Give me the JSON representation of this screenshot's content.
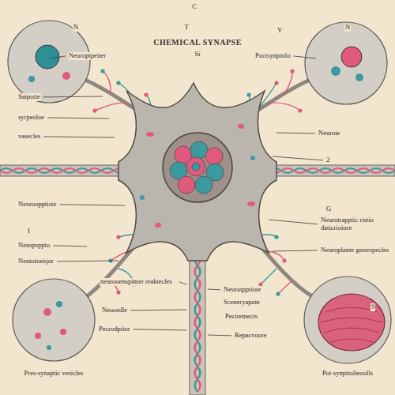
{
  "diagram": {
    "title": "CHEMICAL SYNAPSE",
    "labels": [
      "C",
      "N",
      "T",
      "N",
      "Y",
      "Si",
      "Neuroptpeiter",
      "Poctsynptolo",
      "Saipotte",
      "syrpeoloe",
      "vasecles",
      "Neuroie",
      "2",
      "Neuroopptiste",
      "I",
      "Neuspsppto",
      "Neutotraisjor",
      "G",
      "Neurotrapptic ristio daticrioiore",
      "Neuroplante gererspecles",
      "neurooenspinter reaktecles",
      "Neocedle",
      "Pecrodpitor",
      "Neurotpptiote",
      "Sceneryapote",
      "Pectretnects",
      "Repacvoore",
      "9",
      "Pres-synaptic vesicles",
      "Pot-synpttolteoolls"
    ]
  }
}
